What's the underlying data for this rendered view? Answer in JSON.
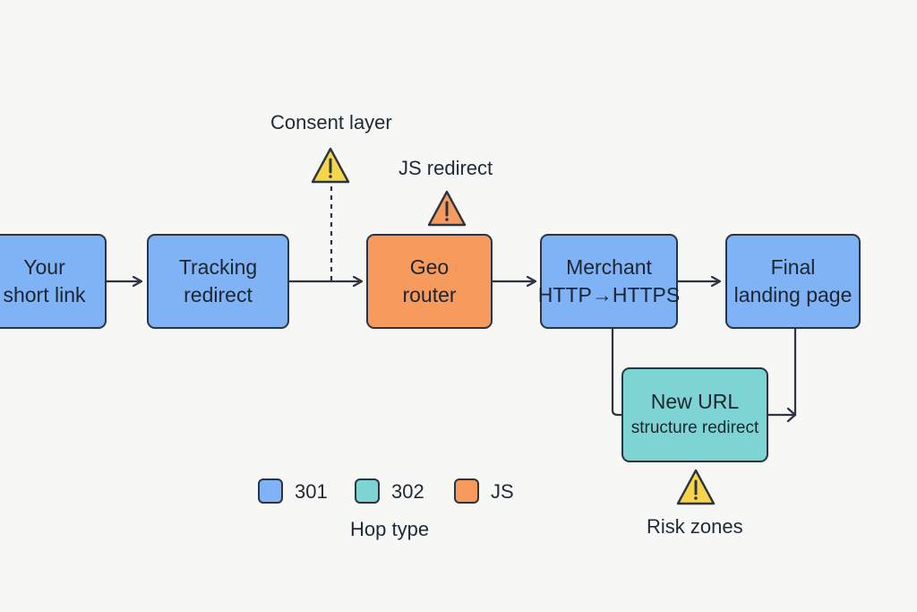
{
  "nodes": {
    "short_link": {
      "line1": "Your",
      "line2": "short link"
    },
    "tracking": {
      "line1": "Tracking",
      "line2": "redirect"
    },
    "geo": {
      "line1": "Geo",
      "line2": "router"
    },
    "merchant": {
      "line1": "Merchant",
      "line2": "HTTP→HTTPS"
    },
    "final": {
      "line1": "Final",
      "line2": "landing page"
    },
    "new_url": {
      "line1": "New URL",
      "line2": "structure redirect"
    }
  },
  "annotations": {
    "consent": "Consent layer",
    "js_redirect": "JS redirect",
    "risk": "Risk zones"
  },
  "legend": {
    "title": "Hop type",
    "items": [
      {
        "label": "301",
        "color": "#7fb3f5"
      },
      {
        "label": "302",
        "color": "#7ed3d3"
      },
      {
        "label": "JS",
        "color": "#f79a5e"
      }
    ]
  },
  "colors": {
    "hop_301": "#7fb3f5",
    "hop_302": "#7ed3d3",
    "hop_js": "#f79a5e",
    "warning": "#f7d54a"
  }
}
